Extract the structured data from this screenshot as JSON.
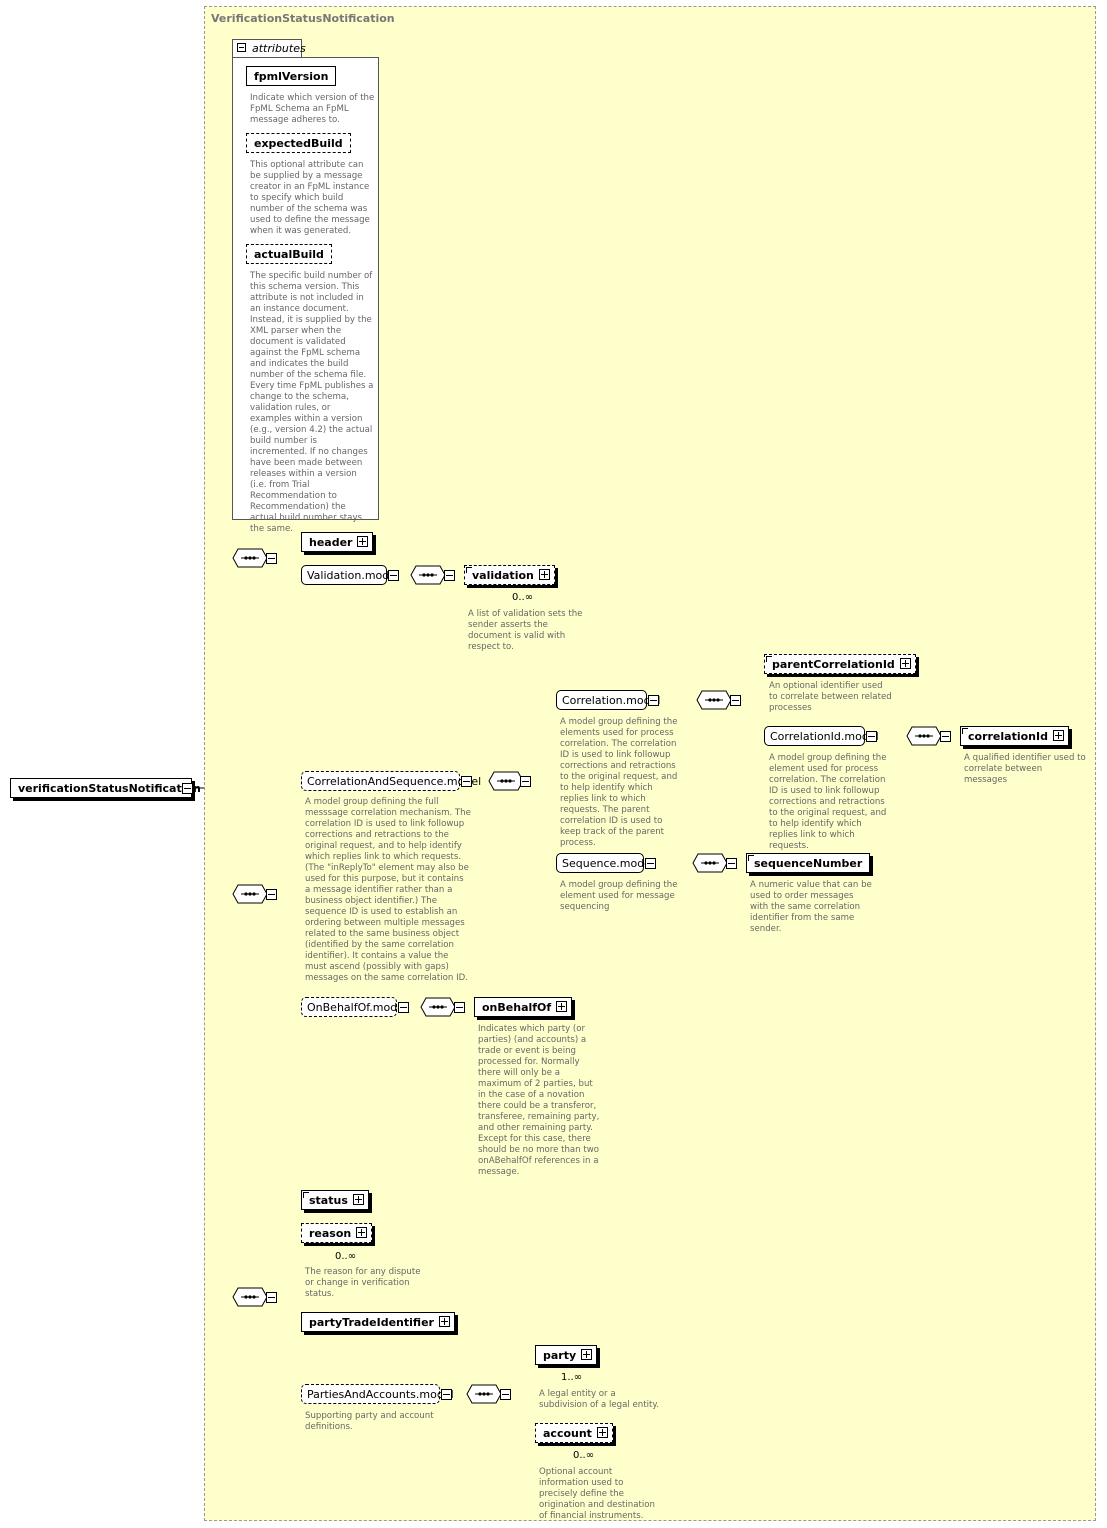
{
  "diagram": {
    "type_title": "VerificationStatusNotification",
    "attributes_label": "attributes",
    "root": "verificationStatusNotification",
    "attributes": [
      {
        "name": "fpmlVersion",
        "desc": "Indicate which version of the FpML Schema an FpML message adheres to."
      },
      {
        "name": "expectedBuild",
        "desc": "This optional attribute can be supplied by a message creator in an FpML instance to specify which build number of the schema was used to define the message when it was generated."
      },
      {
        "name": "actualBuild",
        "desc": "The specific build number of this schema version. This attribute is not included in an instance document. Instead, it is supplied by the XML parser when the document is validated against the FpML schema and indicates the build number of the schema file. Every time FpML publishes a change to the schema, validation rules, or examples within a version (e.g., version 4.2) the actual build number is incremented. If no changes have been made between releases within a version (i.e. from Trial Recommendation to Recommendation) the actual build number stays the same."
      }
    ],
    "nodes": {
      "header": "header",
      "validation_model": "Validation.model",
      "validation": "validation",
      "validation_card": "0..∞",
      "validation_desc": "A list of validation sets the sender asserts the document is valid with respect to.",
      "corr_seq_model": "CorrelationAndSequence.model",
      "corr_seq_desc": "A model group defining the full messsage correlation mechanism. The correlation ID is used to link followup corrections and retractions to the original request, and to help identify which replies link to which requests. (The \"inReplyTo\" element may also be used for this purpose, but it contains a message identifier rather than a business object identifier.) The sequence ID is used to establish an ordering between multiple messages related to the same business object (identified by the same correlation identifier). It contains a value the must ascend (possibly with gaps) messages on the same correlation ID.",
      "correlation_model": "Correlation.model",
      "correlation_desc": "A model group defining the elements used for process correlation. The correlation ID is used to link followup corrections and retractions to the original request, and to help identify which replies link to which requests. The parent correlation ID is used to keep track of the parent process.",
      "parent_corr": "parentCorrelationId",
      "parent_corr_desc": "An optional identifier used to correlate between related processes",
      "corrid_model": "CorrelationId.model",
      "corrid_model_desc": "A model group defining the element used for process correlation. The correlation ID is used to link followup corrections and retractions to the original request, and to help identify which replies link to which requests.",
      "corrid": "correlationId",
      "corrid_desc": "A qualified identifier used to correlate between messages",
      "sequence_model": "Sequence.model",
      "sequence_model_desc": "A model group defining the element used for message sequencing",
      "seqnum": "sequenceNumber",
      "seqnum_desc": "A numeric value that can be used to order messages with the same correlation identifier from the same sender.",
      "onbehalf_model": "OnBehalfOf.model",
      "onbehalf": "onBehalfOf",
      "onbehalf_desc": "Indicates which party (or parties) (and accounts) a trade or event is being processed for. Normally there will only be a maximum of 2 parties, but in the case of a novation there could be a transferor, transferee, remaining party, and other remaining party. Except for this case, there should be no more than two onABehalfOf references in a message.",
      "status": "status",
      "reason": "reason",
      "reason_card": "0..∞",
      "reason_desc": "The reason for any dispute or change in verification status.",
      "party_trade_id": "partyTradeIdentifier",
      "parties_model": "PartiesAndAccounts.model",
      "parties_model_desc": "Supporting party and account definitions.",
      "party": "party",
      "party_card": "1..∞",
      "party_desc": "A legal entity or a subdivision of a legal entity.",
      "account": "account",
      "account_card": "0..∞",
      "account_desc": "Optional account information used to precisely define the origination and destination of financial instruments."
    }
  }
}
